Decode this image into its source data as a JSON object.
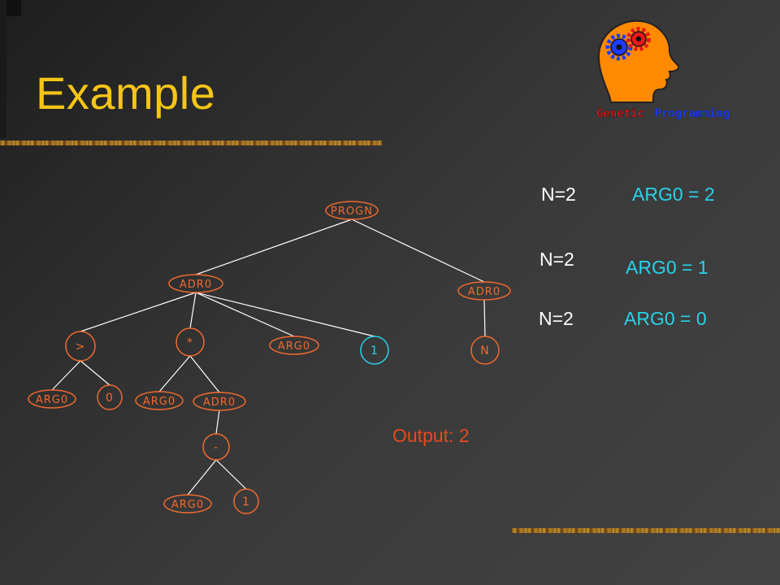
{
  "title": "Example",
  "logo": {
    "word1": "Genetic",
    "word2": "Programming",
    "colors": {
      "head": "#ff8a00",
      "gear_blue": "#1c3cff",
      "gear_red": "#e8191a",
      "word1": "#e8191a",
      "word2": "#1c3cff"
    }
  },
  "tree": {
    "nodes": [
      {
        "id": "progn",
        "label": "PROGN",
        "shape": "ellipse",
        "highlight": false
      },
      {
        "id": "adr0_a",
        "label": "ADR0",
        "shape": "ellipse",
        "highlight": false
      },
      {
        "id": "adr0_b",
        "label": "ADR0",
        "shape": "ellipse",
        "highlight": false
      },
      {
        "id": "gt",
        "label": ">",
        "shape": "circle",
        "highlight": false
      },
      {
        "id": "mul",
        "label": "*",
        "shape": "circle",
        "highlight": false
      },
      {
        "id": "arg0_1",
        "label": "ARG0",
        "shape": "ellipse",
        "highlight": false
      },
      {
        "id": "one_1",
        "label": "1",
        "shape": "circle",
        "highlight": true
      },
      {
        "id": "n",
        "label": "N",
        "shape": "circle",
        "highlight": false
      },
      {
        "id": "arg0_2",
        "label": "ARG0",
        "shape": "ellipse",
        "highlight": false
      },
      {
        "id": "zero",
        "label": "0",
        "shape": "circle",
        "highlight": false
      },
      {
        "id": "arg0_3",
        "label": "ARG0",
        "shape": "ellipse",
        "highlight": false
      },
      {
        "id": "adr0_c",
        "label": "ADR0",
        "shape": "ellipse",
        "highlight": false
      },
      {
        "id": "minus",
        "label": "-",
        "shape": "circle",
        "highlight": false
      },
      {
        "id": "arg0_4",
        "label": "ARG0",
        "shape": "ellipse",
        "highlight": false
      },
      {
        "id": "one_2",
        "label": "1",
        "shape": "circle",
        "highlight": false
      }
    ],
    "edges": [
      [
        "progn",
        "adr0_a"
      ],
      [
        "progn",
        "adr0_b"
      ],
      [
        "adr0_a",
        "gt"
      ],
      [
        "adr0_a",
        "mul"
      ],
      [
        "adr0_a",
        "arg0_1"
      ],
      [
        "adr0_a",
        "one_1"
      ],
      [
        "adr0_b",
        "n"
      ],
      [
        "gt",
        "arg0_2"
      ],
      [
        "gt",
        "zero"
      ],
      [
        "mul",
        "arg0_3"
      ],
      [
        "mul",
        "adr0_c"
      ],
      [
        "adr0_c",
        "minus"
      ],
      [
        "minus",
        "arg0_4"
      ],
      [
        "minus",
        "one_2"
      ]
    ],
    "colors": {
      "node": "#f26a2e",
      "highlight": "#27d3ea",
      "edge": "#ffffff"
    }
  },
  "annotations": {
    "n_row1": "N=2",
    "arg_row1": "ARG0 = 2",
    "n_row2": "N=2",
    "arg_row2": "ARG0 = 1",
    "n_row3": "N=2",
    "arg_row3": "ARG0 = 0",
    "output": "Output: 2"
  }
}
